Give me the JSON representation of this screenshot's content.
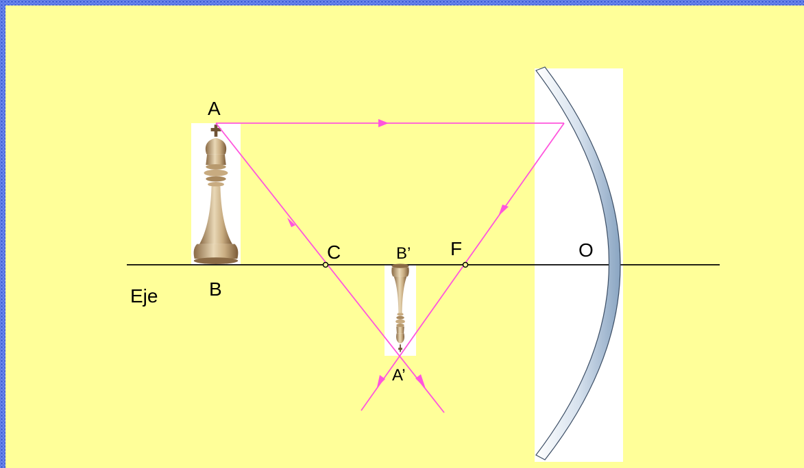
{
  "labels": {
    "object_top": "A",
    "object_base": "B",
    "center": "C",
    "image_base": "B’",
    "focus": "F",
    "vertex": "O",
    "axis": "Eje",
    "image_top": "A’"
  },
  "colors": {
    "background": "#ffff99",
    "ray": "#ff55dd",
    "axis": "#000000",
    "mirror_fill": "#b8c9dc",
    "frame": "#3a5bd6"
  },
  "icons": {
    "object": "chess-king-icon",
    "image": "inverted-chess-king-icon"
  }
}
